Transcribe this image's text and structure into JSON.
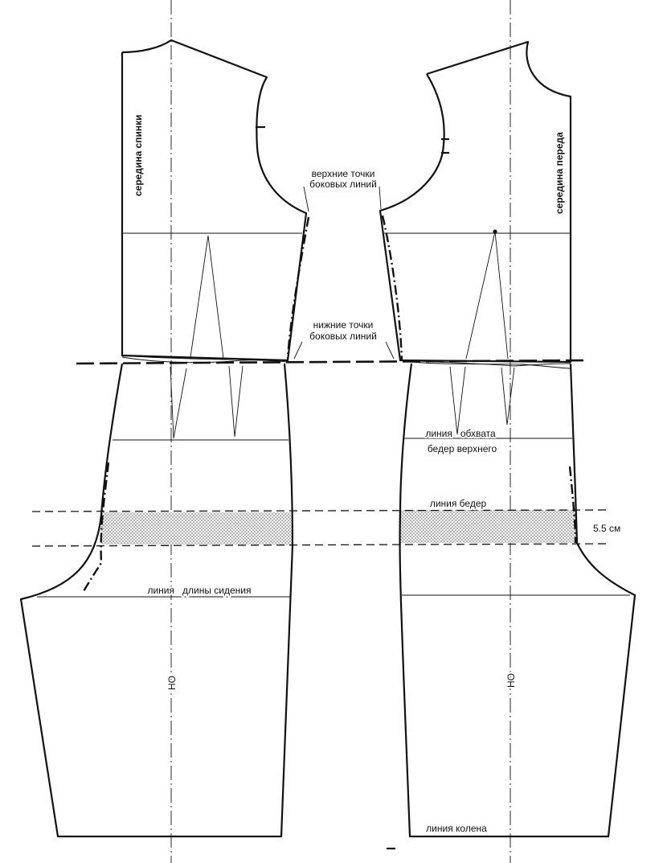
{
  "labels": {
    "center_back": "середина спинки",
    "center_front": "середина переда",
    "upper_side_points_1": "верхние точки",
    "upper_side_points_2": "боковых линий",
    "lower_side_points_1": "нижние точки",
    "lower_side_points_2": "боковых линий",
    "upper_hip_line_1": "линия   обхвата",
    "upper_hip_line_2": "бедер верхнего",
    "hip_line": "линия бедер",
    "hip_band_width": "5.5 см",
    "seat_length_line": "линия   длины сидения",
    "grain_back": "НО",
    "grain_front": "НО",
    "knee_line": "линия колена"
  }
}
